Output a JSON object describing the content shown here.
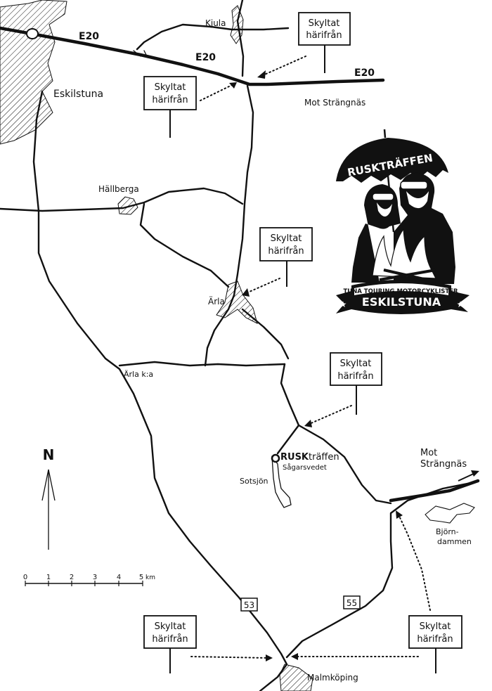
{
  "highways": {
    "e20_label_1": "E20",
    "e20_label_2": "E20",
    "e20_label_3": "E20"
  },
  "places": {
    "eskilstuna": "Eskilstuna",
    "kjula": "Kjula",
    "hallberga": "Hällberga",
    "arla": "Ärla",
    "arla_kyrka": "Ärla k:a",
    "sotsjon": "Sotsjön",
    "malmkoping": "Malmköping",
    "bjorndammen_1": "Björn-",
    "bjorndammen_2": "dammen",
    "mot_strangnas_top": "Mot Strängnäs",
    "mot_strangnas_right_1": "Mot",
    "mot_strangnas_right_2": "Strängnäs"
  },
  "destination": {
    "name_bold": "RUSK",
    "name_rest": "träffen",
    "sub": "Sågarsvedet"
  },
  "signs": [
    {
      "line1": "Skyltat",
      "line2": "härifrån"
    },
    {
      "line1": "Skyltat",
      "line2": "härifrån"
    },
    {
      "line1": "Skyltat",
      "line2": "härifrån"
    },
    {
      "line1": "Skyltat",
      "line2": "härifrån"
    },
    {
      "line1": "Skyltat",
      "line2": "härifrån"
    },
    {
      "line1": "Skyltat",
      "line2": "härifrån"
    }
  ],
  "route_shields": {
    "r53": "53",
    "r55": "55"
  },
  "compass": {
    "north": "N"
  },
  "scale": {
    "ticks": [
      "0",
      "1",
      "2",
      "3",
      "4",
      "5"
    ],
    "unit": "km"
  },
  "logo": {
    "umbrella_text": "RUSKTRÄFFEN",
    "banner_line1": "TUNA TOURING MOTORCYKLISTER",
    "banner_line2": "ESKILSTUNA"
  }
}
